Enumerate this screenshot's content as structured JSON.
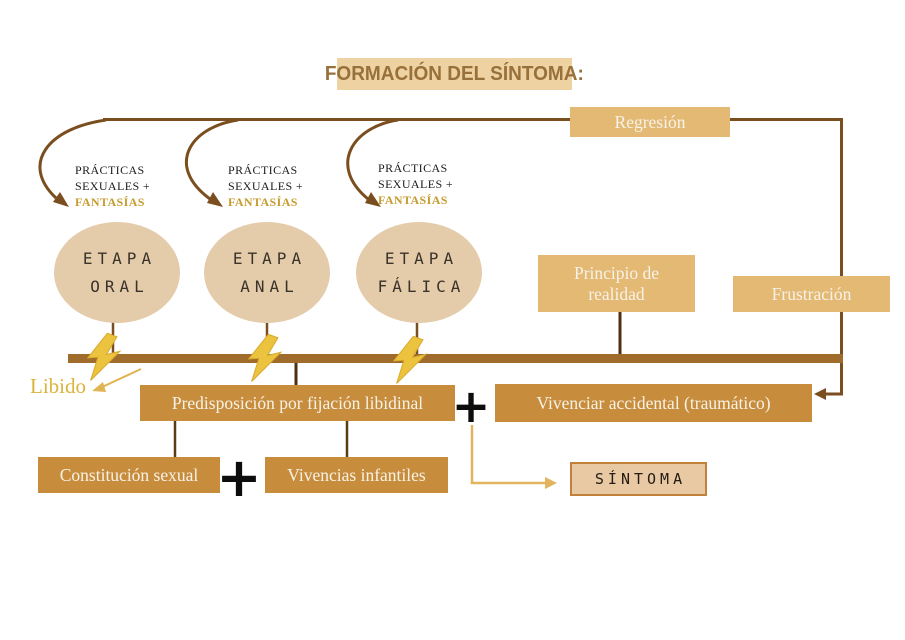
{
  "title": "FORMACIÓN DEL SÍNTOMA:",
  "colors": {
    "title_text": "#97703a",
    "title_highlight": "#eed2a2",
    "light_gold_box": "#e4b974",
    "amber_box": "#c88d3c",
    "ellipse_fill": "#e4cbaa",
    "symptom_fill": "#e9c9a4",
    "symptom_border": "#c1813a",
    "timeline_bar": "#a06c2c",
    "connector_brown": "#7a4e1f",
    "lightning_gold": "#ecc33e",
    "libido_gold": "#ddb33e"
  },
  "diagram": {
    "regression_label": "Regresión",
    "practices": {
      "line1": "PRÁCTICAS",
      "line2": "SEXUALES +",
      "line3": "FANTASÍAS"
    },
    "stages": [
      {
        "line1": "ETAPA",
        "line2": "ORAL"
      },
      {
        "line1": "ETAPA",
        "line2": "ANAL"
      },
      {
        "line1": "ETAPA",
        "line2": "FÁLICA"
      }
    ],
    "reality_principle": {
      "line1": "Principio de",
      "line2": "realidad"
    },
    "frustration_label": "Frustración",
    "libido_label": "Libido",
    "predisposition_label": "Predisposición por fijación libidinal",
    "plus_sign": "+",
    "accidental_label": "Vivenciar accidental (traumático)",
    "constitution_label": "Constitución sexual",
    "childhood_label": "Vivencias infantiles",
    "symptom_label": "SÍNTOMA"
  }
}
